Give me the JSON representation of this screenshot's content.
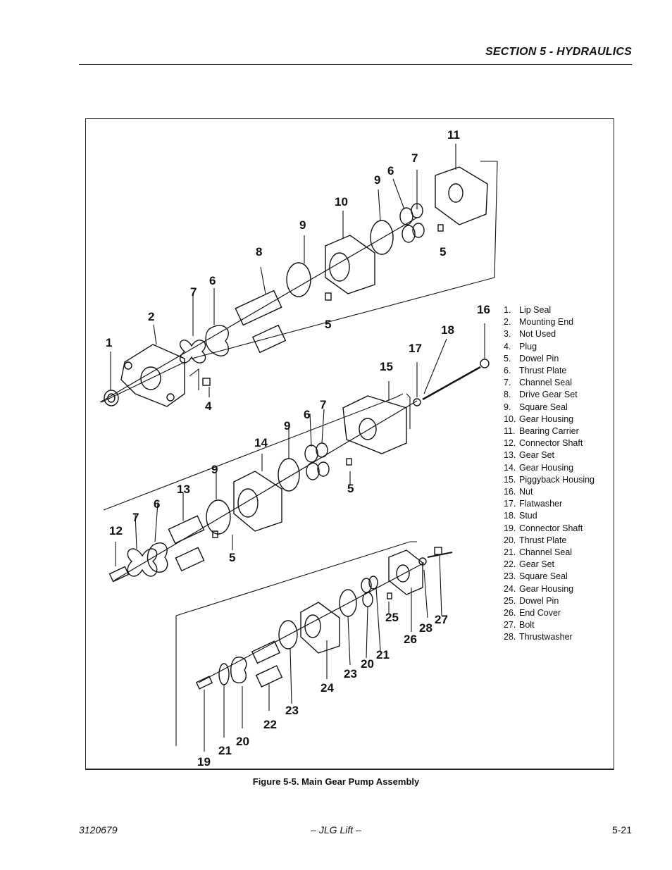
{
  "header": {
    "section_title": "SECTION 5 - HYDRAULICS"
  },
  "figure": {
    "caption": "Figure 5-5.  Main Gear Pump Assembly",
    "callouts": [
      "11",
      "7",
      "6",
      "9",
      "10",
      "9",
      "8",
      "5",
      "5",
      "7",
      "6",
      "2",
      "1",
      "4",
      "16",
      "18",
      "17",
      "15",
      "7",
      "6",
      "9",
      "14",
      "9",
      "5",
      "13",
      "6",
      "7",
      "12",
      "5",
      "25",
      "28",
      "27",
      "26",
      "21",
      "20",
      "23",
      "24",
      "23",
      "22",
      "20",
      "21",
      "19"
    ],
    "legend": [
      {
        "num": "1.",
        "label": "Lip Seal"
      },
      {
        "num": "2.",
        "label": "Mounting End"
      },
      {
        "num": "3.",
        "label": "Not Used"
      },
      {
        "num": "4.",
        "label": "Plug"
      },
      {
        "num": "5.",
        "label": "Dowel Pin"
      },
      {
        "num": "6.",
        "label": "Thrust Plate"
      },
      {
        "num": "7.",
        "label": "Channel Seal"
      },
      {
        "num": "8.",
        "label": "Drive Gear Set"
      },
      {
        "num": "9.",
        "label": "Square Seal"
      },
      {
        "num": "10.",
        "label": "Gear Housing"
      },
      {
        "num": "11.",
        "label": "Bearing Carrier"
      },
      {
        "num": "12.",
        "label": "Connector Shaft"
      },
      {
        "num": "13.",
        "label": "Gear Set"
      },
      {
        "num": "14.",
        "label": "Gear Housing"
      },
      {
        "num": "15.",
        "label": "Piggyback Housing"
      },
      {
        "num": "16.",
        "label": "Nut"
      },
      {
        "num": "17.",
        "label": "Flatwasher"
      },
      {
        "num": "18.",
        "label": "Stud"
      },
      {
        "num": "19.",
        "label": "Connector Shaft"
      },
      {
        "num": "20.",
        "label": "Thrust Plate"
      },
      {
        "num": "21.",
        "label": "Channel Seal"
      },
      {
        "num": "22.",
        "label": "Gear Set"
      },
      {
        "num": "23.",
        "label": "Square Seal"
      },
      {
        "num": "24.",
        "label": "Gear Housing"
      },
      {
        "num": "25.",
        "label": "Dowel Pin"
      },
      {
        "num": "26.",
        "label": "End Cover"
      },
      {
        "num": "27.",
        "label": "Bolt"
      },
      {
        "num": "28.",
        "label": "Thrustwasher"
      }
    ]
  },
  "footer": {
    "doc_number": "3120679",
    "brand": "– JLG Lift –",
    "page": "5-21"
  }
}
